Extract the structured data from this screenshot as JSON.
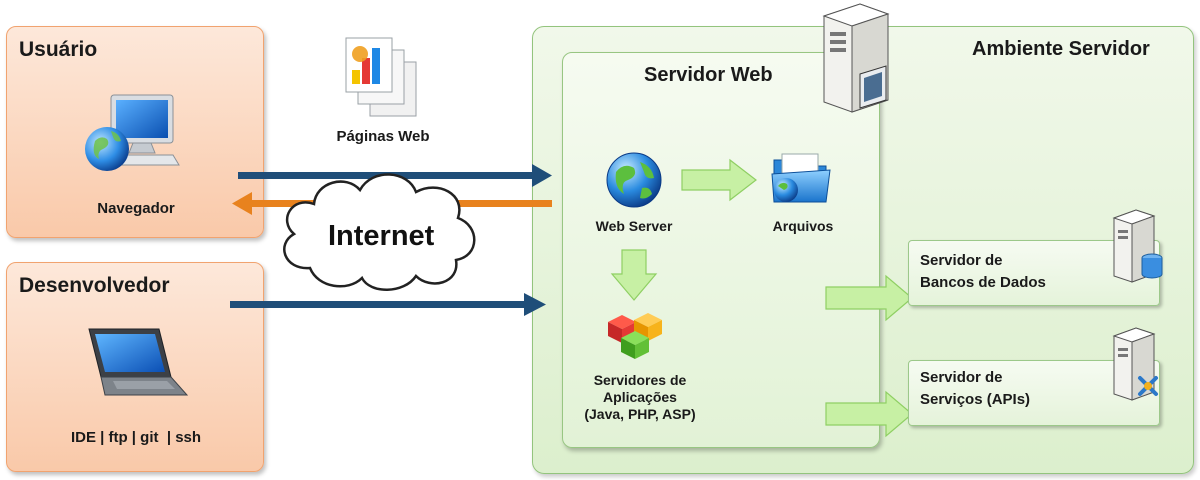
{
  "colors": {
    "arrow_blue": "#1f4e79",
    "arrow_orange": "#e8821e",
    "arrow_green": "#c7f0a4",
    "panel_orange": "#f9c9a9",
    "panel_green": "#dcefcd"
  },
  "usuario": {
    "title": "Usuário",
    "icon": "desktop-computer-icon",
    "label": "Navegador"
  },
  "desenvolvedor": {
    "title": "Desenvolvedor",
    "icon": "laptop-icon",
    "label": "IDE | ftp | git  | ssh"
  },
  "paginas_web": {
    "icon": "web-pages-icon",
    "label": "Páginas Web"
  },
  "internet": {
    "label": "Internet",
    "icon": "cloud-shape"
  },
  "ambiente": {
    "title": "Ambiente Servidor",
    "icon": "server-tower-icon"
  },
  "servidor_web": {
    "title": "Servidor Web",
    "web_server": {
      "icon": "globe-icon",
      "label": "Web Server"
    },
    "arquivos": {
      "icon": "folder-icon",
      "label": "Arquivos"
    },
    "aplicacoes": {
      "icon": "cubes-icon",
      "line1": "Servidores de",
      "line2": "Aplicações",
      "line3": "(Java, PHP, ASP)"
    }
  },
  "bancos": {
    "line1": "Servidor de",
    "line2": "Bancos de Dados",
    "icon": "database-server-icon"
  },
  "servicos": {
    "line1": "Servidor de",
    "line2": "Serviços (APIs)",
    "icon": "api-server-icon"
  }
}
